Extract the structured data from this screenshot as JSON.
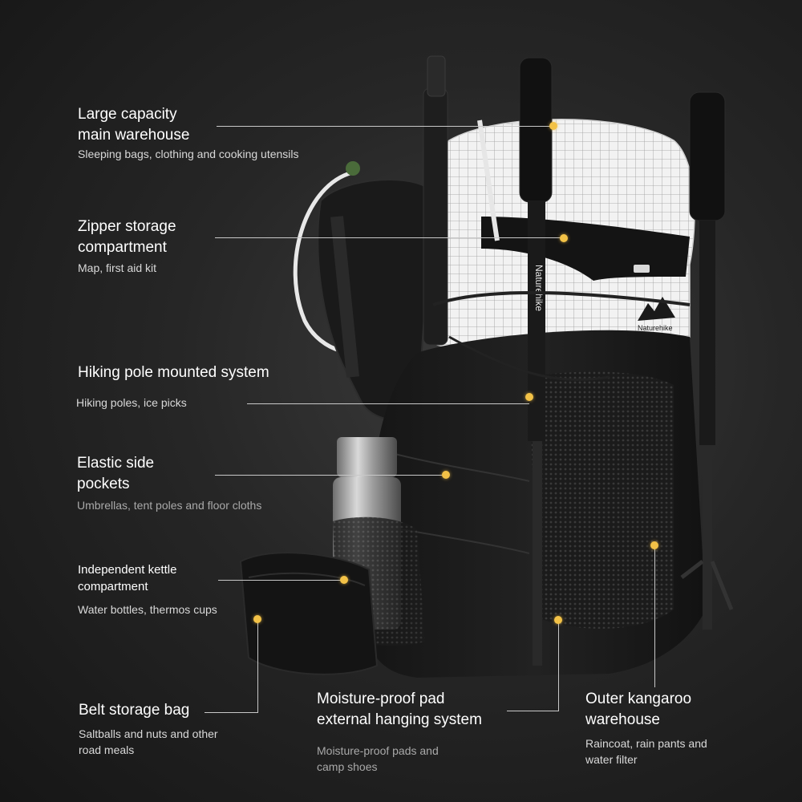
{
  "brand": {
    "logo_text": "Naturehike",
    "pole_text": "Naturehike"
  },
  "colors": {
    "accent_dot": "#f3c247",
    "background": "#262626",
    "text": "#ffffff",
    "subtext": "#d9d9d9"
  },
  "features": [
    {
      "title_line1": "Large capacity",
      "title_line2": "main warehouse",
      "detail": "Sleeping bags, clothing and cooking utensils"
    },
    {
      "title_line1": "Zipper storage",
      "title_line2": "compartment",
      "detail": "Map, first aid kit"
    },
    {
      "title_line1": "Hiking pole mounted system",
      "detail": "Hiking poles, ice picks"
    },
    {
      "title_line1": "Elastic side",
      "title_line2": "pockets",
      "detail": "Umbrellas, tent poles and floor cloths"
    },
    {
      "title_line1": "Independent kettle",
      "title_line2": "compartment",
      "detail": "Water bottles, thermos cups"
    },
    {
      "title_line1": "Belt storage bag",
      "detail_line1": "Saltballs and nuts and other",
      "detail_line2": "road meals"
    },
    {
      "title_line1": "Moisture-proof pad",
      "title_line2": "external hanging system",
      "detail_line1": "Moisture-proof pads and",
      "detail_line2": "camp shoes"
    },
    {
      "title_line1": "Outer kangaroo",
      "title_line2": "warehouse",
      "detail_line1": "Raincoat, rain pants and",
      "detail_line2": "water filter"
    }
  ]
}
